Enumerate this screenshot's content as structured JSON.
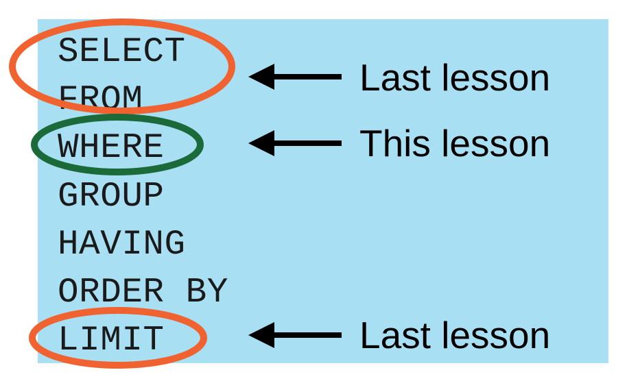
{
  "keywords": [
    {
      "label": "SELECT"
    },
    {
      "label": "FROM"
    },
    {
      "label": "WHERE"
    },
    {
      "label": "GROUP"
    },
    {
      "label": "HAVING"
    },
    {
      "label": "ORDER BY"
    },
    {
      "label": "LIMIT"
    }
  ],
  "annotations": [
    {
      "text": "Last lesson"
    },
    {
      "text": "This lesson"
    },
    {
      "text": "Last lesson"
    }
  ],
  "colors": {
    "panel": "#a9dff3",
    "last_lesson_ring": "#f0622f",
    "this_lesson_ring": "#1b6b3a",
    "arrow": "#000000"
  }
}
